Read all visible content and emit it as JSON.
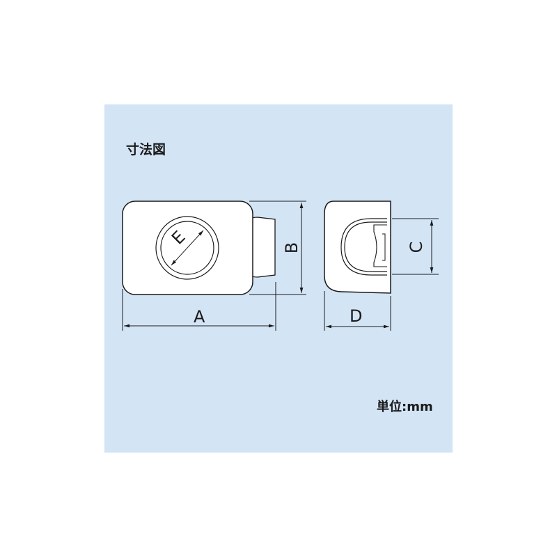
{
  "title": "寸法図",
  "unit_label": "単位:mm",
  "colors": {
    "background": "#d3e4f5",
    "part_fill": "#ffffff",
    "line": "#1a1a1a"
  },
  "diagram": {
    "front_view": {
      "dimension_labels": {
        "width": "A",
        "height": "B",
        "diameter": "E"
      }
    },
    "side_view": {
      "dimension_labels": {
        "opening": "C",
        "depth": "D"
      }
    }
  }
}
